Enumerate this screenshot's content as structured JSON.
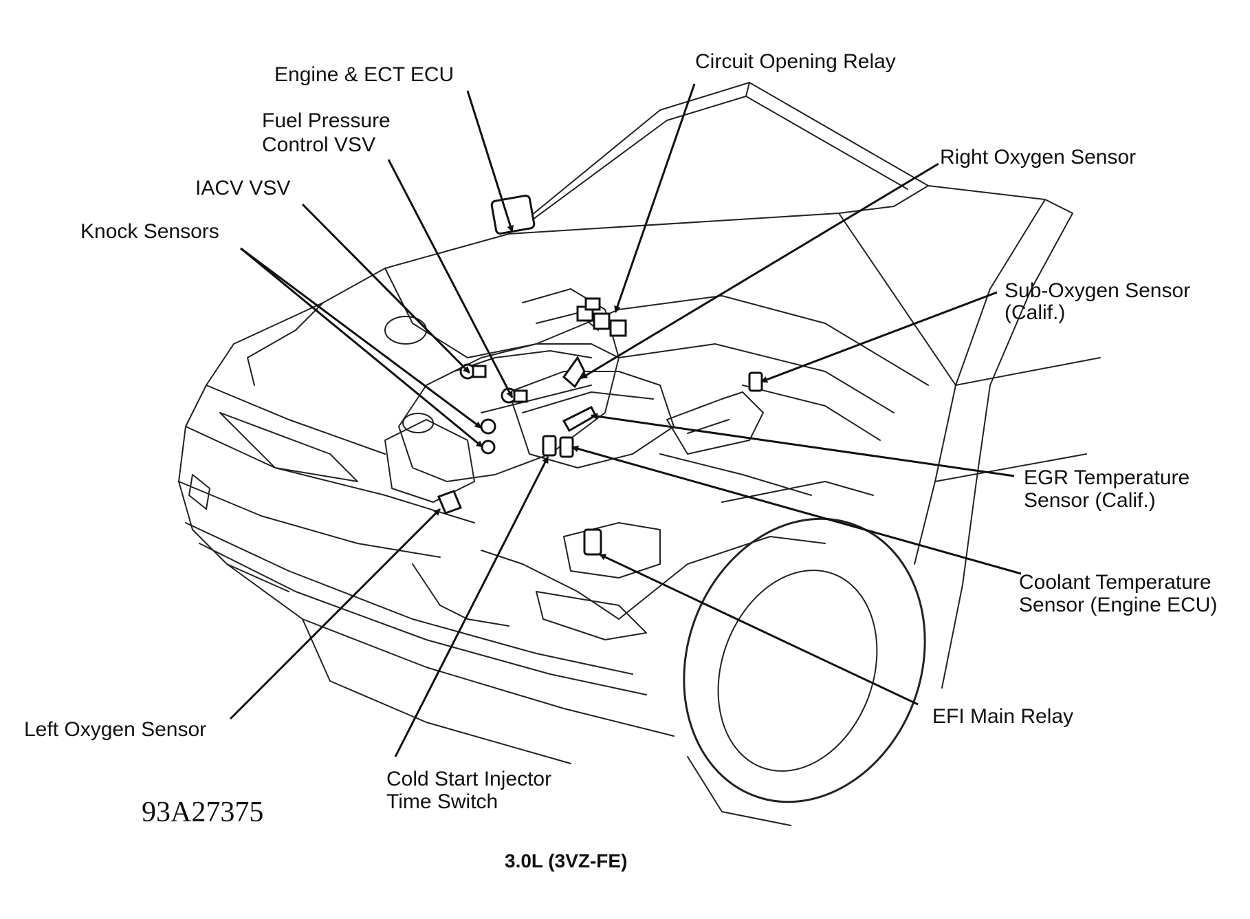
{
  "labels": {
    "engine_ecu": "Engine & ECT ECU",
    "circuit_opening_relay": "Circuit Opening Relay",
    "fuel_pressure_vsv_1": "Fuel Pressure",
    "fuel_pressure_vsv_2": "Control VSV",
    "iacv_vsv": "IACV VSV",
    "knock_sensors": "Knock Sensors",
    "right_oxygen_sensor": "Right Oxygen Sensor",
    "sub_oxygen_sensor_1": "Sub-Oxygen Sensor",
    "sub_oxygen_sensor_2": "(Calif.)",
    "egr_temp_sensor_1": "EGR Temperature",
    "egr_temp_sensor_2": "Sensor (Calif.)",
    "coolant_temp_sensor_1": "Coolant Temperature",
    "coolant_temp_sensor_2": "Sensor (Engine ECU)",
    "efi_main_relay": "EFI Main Relay",
    "left_oxygen_sensor": "Left Oxygen Sensor",
    "cold_start_1": "Cold Start Injector",
    "cold_start_2": "Time Switch"
  },
  "figure_code": "93A27375",
  "caption": "3.0L (3VZ-FE)"
}
